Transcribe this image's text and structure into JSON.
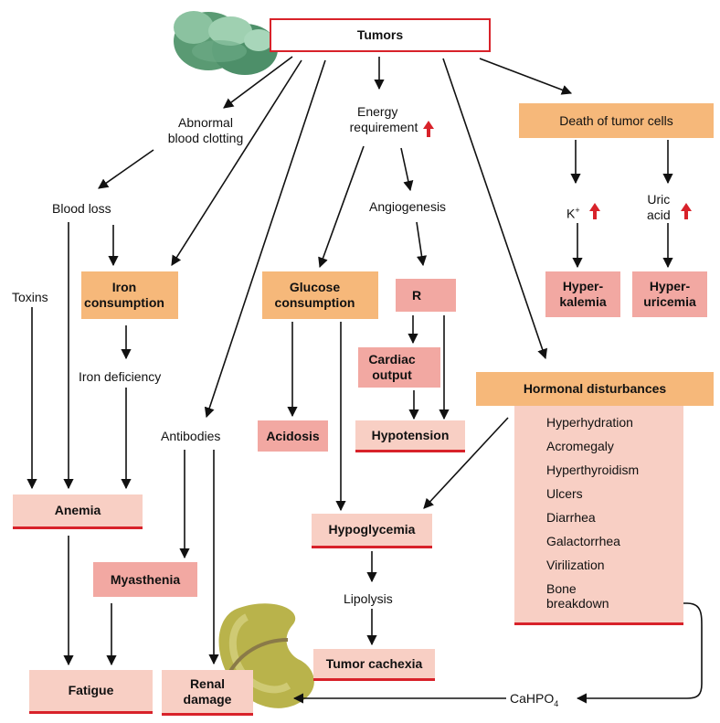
{
  "nodes": {
    "tumors": "Tumors",
    "abnormal_clotting_1": "Abnormal",
    "abnormal_clotting_2": "blood clotting",
    "blood_loss": "Blood loss",
    "toxins": "Toxins",
    "iron_consumption_1": "Iron",
    "iron_consumption_2": "consumption",
    "iron_deficiency": "Iron deficiency",
    "antibodies": "Antibodies",
    "anemia": "Anemia",
    "myasthenia": "Myasthenia",
    "fatigue": "Fatigue",
    "renal_damage_1": "Renal",
    "renal_damage_2": "damage",
    "energy_requirement_1": "Energy",
    "energy_requirement_2": "requirement",
    "angiogenesis": "Angiogenesis",
    "glucose_consumption_1": "Glucose",
    "glucose_consumption_2": "consumption",
    "r_label": "R",
    "cardiac_output_1": "Cardiac",
    "cardiac_output_2": "output",
    "acidosis": "Acidosis",
    "hypotension": "Hypotension",
    "hypoglycemia": "Hypoglycemia",
    "lipolysis": "Lipolysis",
    "tumor_cachexia": "Tumor cachexia",
    "death_of_tumor_cells": "Death of tumor cells",
    "k_label": "K",
    "k_sup": "+",
    "uric_acid_1": "Uric",
    "uric_acid_2": "acid",
    "hyperkalemia_1": "Hyper-",
    "hyperkalemia_2": "kalemia",
    "hyperuricemia_1": "Hyper-",
    "hyperuricemia_2": "uricemia",
    "hormonal_disturbances": "Hormonal disturbances",
    "cahpo4": "CaHPO",
    "cahpo4_sub": "4"
  },
  "hormonal_list": [
    "Hyperhydration",
    "Acromegaly",
    "Hyperthyroidism",
    "Ulcers",
    "Diarrhea",
    "Galactorrhea",
    "Virilization",
    "Bone",
    "breakdown"
  ],
  "colors": {
    "accent_red": "#d8222a",
    "orange_box": "#f6b87a",
    "salmon_box": "#f2a8a2",
    "pale_box": "#f8cfc4"
  }
}
